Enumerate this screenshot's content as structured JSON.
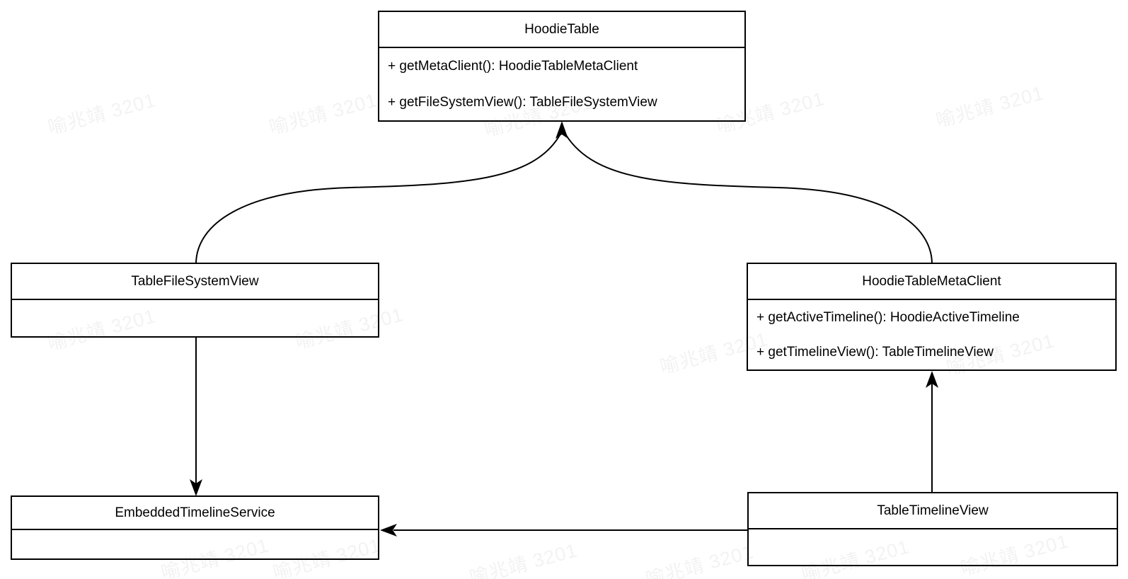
{
  "diagram": {
    "kind": "uml-class-diagram",
    "colors": {
      "line": "#000000",
      "box_fill": "#ffffff",
      "text": "#000000",
      "watermark": "rgba(0,0,0,0.05)"
    },
    "classes": [
      {
        "name": "HoodieTable",
        "methods": [
          "+ getMetaClient(): HoodieTableMetaClient",
          "+ getFileSystemView(): TableFileSystemView"
        ]
      },
      {
        "name": "TableFileSystemView",
        "methods": []
      },
      {
        "name": "HoodieTableMetaClient",
        "methods": [
          "+ getActiveTimeline(): HoodieActiveTimeline",
          "+ getTimelineView(): TableTimelineView"
        ]
      },
      {
        "name": "EmbeddedTimelineService",
        "methods": []
      },
      {
        "name": "TableTimelineView",
        "methods": []
      }
    ],
    "relations": [
      {
        "from": "TableFileSystemView",
        "to": "HoodieTable",
        "style": "curved-arrow"
      },
      {
        "from": "HoodieTableMetaClient",
        "to": "HoodieTable",
        "style": "curved-arrow"
      },
      {
        "from": "TableFileSystemView",
        "to": "EmbeddedTimelineService",
        "style": "straight-arrow"
      },
      {
        "from": "TableTimelineView",
        "to": "HoodieTableMetaClient",
        "style": "straight-arrow"
      },
      {
        "from": "TableTimelineView",
        "to": "EmbeddedTimelineService",
        "style": "straight-arrow"
      }
    ]
  },
  "watermark": {
    "text": "喻兆靖 3201"
  }
}
